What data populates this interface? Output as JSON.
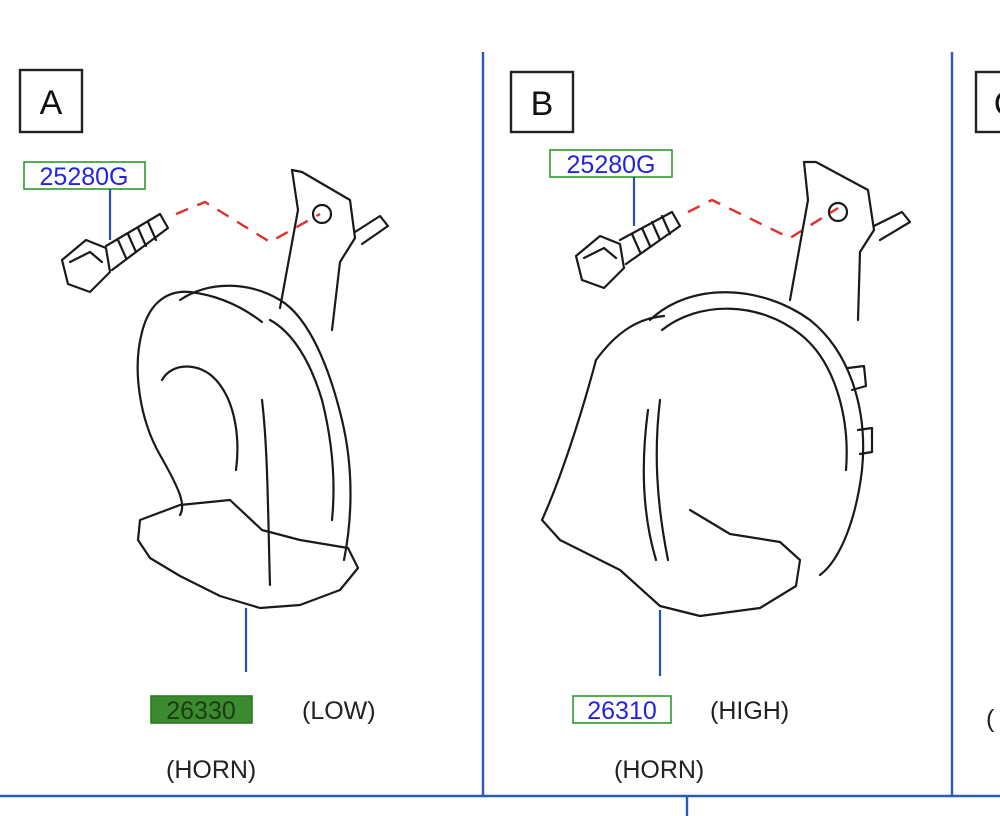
{
  "panels": [
    {
      "letter": "A",
      "bolt_part": "25280G",
      "horn_part": "26330",
      "horn_part_selected": true,
      "variant": "(LOW)",
      "name": "(HORN)"
    },
    {
      "letter": "B",
      "bolt_part": "25280G",
      "horn_part": "26310",
      "horn_part_selected": false,
      "variant": "(HIGH)",
      "name": "(HORN)"
    },
    {
      "letter": "C",
      "partial_text": "("
    }
  ],
  "colors": {
    "part_link": "#2323e6",
    "part_box_border": "#2e9a2e",
    "part_selected_fill": "#3b8a2f",
    "leader_line": "#2354b8",
    "dashed_connector": "#e0312c"
  }
}
